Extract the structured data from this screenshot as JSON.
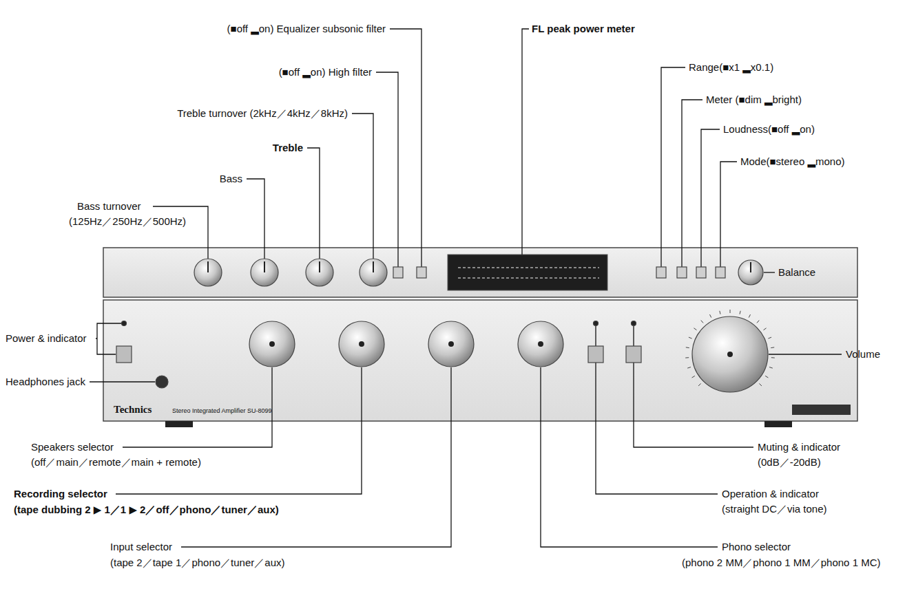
{
  "diagram": {
    "labels": [
      "(■off ▂on) Equalizer subsonic filter",
      "(■off ▂on) High filter",
      "Treble turnover (2kHz／4kHz／8kHz)",
      "Treble",
      "Bass",
      "Bass turnover",
      "(125Hz／250Hz／500Hz)",
      "FL peak power meter",
      "Range(■x1 ▂x0.1)",
      "Meter (■dim ▂bright)",
      "Loudness(■off ▂on)",
      "Mode(■stereo ▂mono)",
      "Balance",
      "Power & indicator",
      "Headphones jack",
      "Technics",
      "Stereo Integrated Amplifier SU-8099",
      "Volume",
      "Speakers selector",
      "(off／main／remote／main + remote)",
      "Muting & indicator",
      "(0dB／-20dB)",
      "Recording selector",
      "(tape dubbing 2 ▶ 1／1 ▶ 2／off／phono／tuner／aux)",
      "Operation & indicator",
      "(straight DC／via tone)",
      "Input selector",
      "(tape 2／tape 1／phono／tuner／aux)",
      "Phono selector",
      "(phono 2 MM／phono 1 MM／phono 1 MC)"
    ]
  }
}
